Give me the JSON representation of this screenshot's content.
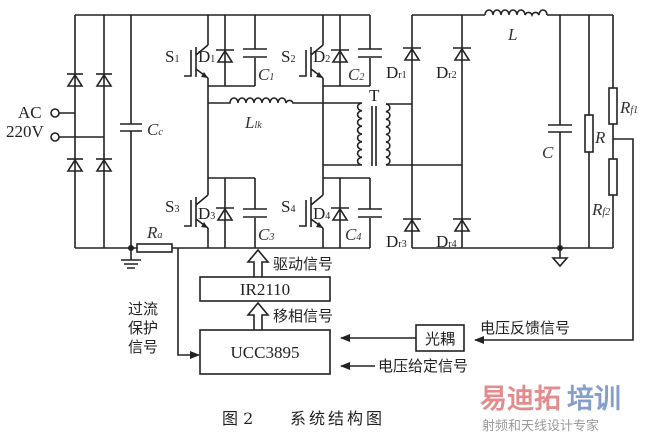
{
  "source": {
    "ac": "AC",
    "voltage": "220V"
  },
  "components": {
    "Cc": "C",
    "Cc_sub": "c",
    "Ra": "R",
    "Ra_sub": "a",
    "S1": "S",
    "S1_sub": "1",
    "D1": "D",
    "D1_sub": "1",
    "C1": "C",
    "C1_sub": "1",
    "S2": "S",
    "S2_sub": "2",
    "D2": "D",
    "D2_sub": "2",
    "C2": "C",
    "C2_sub": "2",
    "S3": "S",
    "S3_sub": "3",
    "D3": "D",
    "D3_sub": "3",
    "C3": "C",
    "C3_sub": "3",
    "S4": "S",
    "S4_sub": "4",
    "D4": "D",
    "D4_sub": "4",
    "C4": "C",
    "C4_sub": "4",
    "Llk": "L",
    "Llk_sub": "lk",
    "T": "T",
    "Dr1": "D",
    "Dr1_sub": "r1",
    "Dr2": "D",
    "Dr2_sub": "r2",
    "Dr3": "D",
    "Dr3_sub": "r3",
    "Dr4": "D",
    "Dr4_sub": "r4",
    "L": "L",
    "C": "C",
    "R": "R",
    "Rf1": "R",
    "Rf1_sub": "f1",
    "Rf2": "R",
    "Rf2_sub": "f2"
  },
  "blocks": {
    "driver": "IR2110",
    "controller": "UCC3895",
    "optocoupler": "光耦"
  },
  "signals": {
    "drive": "驱动信号",
    "phase_shift": "移相信号",
    "overcurrent_line1": "过流",
    "overcurrent_line2": "保护",
    "overcurrent_line3": "信号",
    "voltage_feedback": "电压反馈信号",
    "voltage_reference": "电压给定信号"
  },
  "caption": {
    "figure": "图 2",
    "title": "系统结构图"
  },
  "watermark": {
    "brand_part1": "易迪拓",
    "brand_part2": "培训",
    "tagline": "射频和天线设计专家",
    "color1": "#e0787a",
    "color2": "#6f8fc4"
  }
}
